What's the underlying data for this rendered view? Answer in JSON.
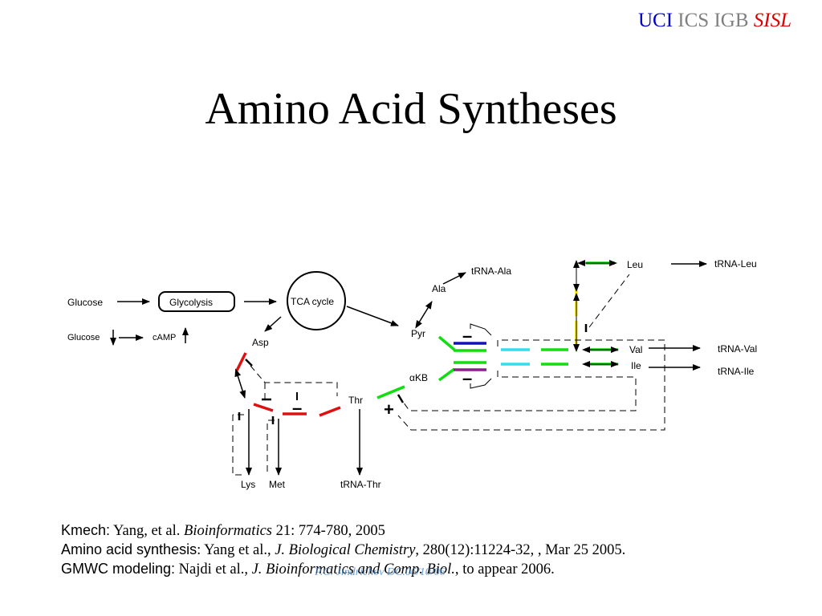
{
  "header": {
    "uci": "UCI",
    "ics": "ICS",
    "igb": "IGB",
    "sisl": "SISL"
  },
  "title": "Amino Acid Syntheses",
  "diagram": {
    "glucose": "Glucose",
    "glycolysis": "Glycolysis",
    "tca": "TCA cycle",
    "glucose2": "Glucose",
    "camp": "cAMP",
    "asp": "Asp",
    "thr": "Thr",
    "lys": "Lys",
    "met": "Met",
    "trna_thr": "tRNA-Thr",
    "pyr": "Pyr",
    "akb": "αKB",
    "ala": "Ala",
    "trna_ala": "tRNA-Ala",
    "leu": "Leu",
    "trna_leu": "tRNA-Leu",
    "val": "Val",
    "ile": "Ile",
    "trna_val": "tRNA-Val",
    "trna_ile": "tRNA-Ile",
    "plus": "+",
    "minus": "–"
  },
  "colors": {
    "header_uci": "#0000cc",
    "header_gray": "#808080",
    "header_sisl": "#dd0000",
    "red": "#dd1111",
    "green": "#11dd11",
    "blue": "#1111bb",
    "cyan": "#33ddee",
    "purple": "#882288",
    "yellow": "#ffee00"
  },
  "references": {
    "kmech_label": "Kmech:",
    "kmech_authors": "Yang,  et al.",
    "kmech_journal": "Bioinformatics",
    "kmech_citation": "21: 774-780, 2005",
    "aa_label": "Amino acid synthesis",
    "aa_authors": ": Yang et al.,",
    "aa_journal": "J. Biological Chemistry",
    "aa_citation": ", 280(12):11224-32, , Mar 25 2005.",
    "gmwc_label": "GMWC modeling:",
    "gmwc_authors": "Najdi et al.,",
    "gmwc_journal": "J. Bioinformatics and Comp. Biol.,",
    "gmwc_citation": "to appear 2006."
  },
  "watermark": "P.C. Jindrichov DC.06/10/06"
}
